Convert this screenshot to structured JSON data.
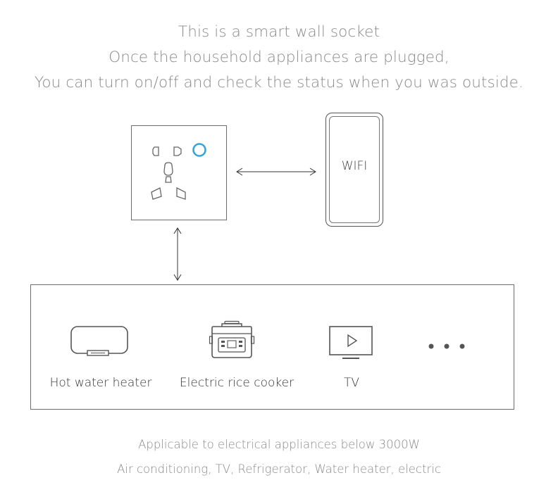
{
  "header": {
    "line1": "This is a smart wall socket",
    "line2": "Once the  household appliances are plugged,",
    "line3": "You can turn on/off and check the status when you was outside."
  },
  "phone": {
    "label": "WIFI"
  },
  "appliances": [
    {
      "label": "Hot water heater",
      "icon": "water-heater-icon"
    },
    {
      "label": "Electric rice cooker",
      "icon": "rice-cooker-icon"
    },
    {
      "label": "TV",
      "icon": "tv-icon"
    }
  ],
  "more_icon": "ellipsis-icon",
  "footer": {
    "line1": "Applicable to electrical appliances below 3000W",
    "line2": "Air conditioning, TV, Refrigerator, Water heater, electric"
  },
  "colors": {
    "text_gray": "#8a8a8a",
    "line": "#6e6e6e",
    "indicator_blue": "#3aa3d8"
  }
}
